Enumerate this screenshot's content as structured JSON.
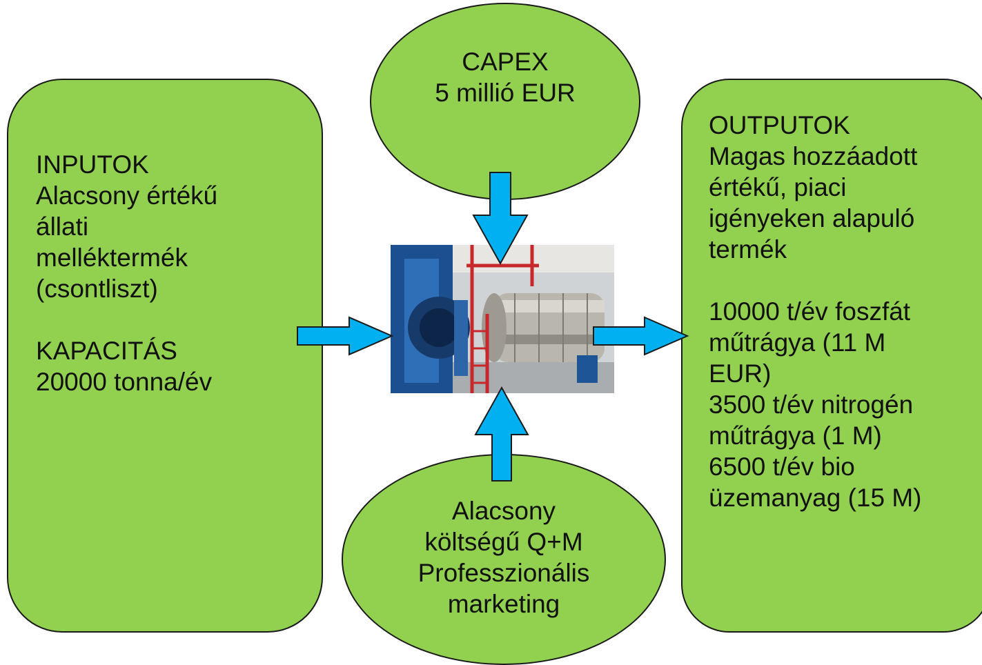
{
  "inputs": {
    "title": "INPUTOK",
    "lines": [
      "Alacsony értékű",
      "állati",
      "melléktermék",
      "(csontliszt)"
    ],
    "capacity_title": "KAPACITÁS",
    "capacity_value": "20000 tonna/év"
  },
  "capex": {
    "title": "CAPEX",
    "value": "5 millió EUR"
  },
  "opex": {
    "lines": [
      "Alacsony",
      "költségű Q+M",
      "Professzionális",
      "marketing"
    ]
  },
  "outputs": {
    "title": "OUTPUTOK",
    "lines": [
      "Magas hozzáadott",
      "értékű, piaci",
      "igényeken alapuló",
      "termék"
    ],
    "products": [
      "10000 t/év foszfát",
      "műtrágya (11 M",
      "EUR)",
      "3500 t/év nitrogén",
      "műtrágya (1 M)",
      "6500 t/év bio",
      "üzemanyag (15 M)"
    ]
  },
  "colors": {
    "shape_fill": "#92d050",
    "arrow_fill": "#00b0f0",
    "outline": "#1a1a1a"
  },
  "image": {
    "name": "processing-plant-photo"
  }
}
